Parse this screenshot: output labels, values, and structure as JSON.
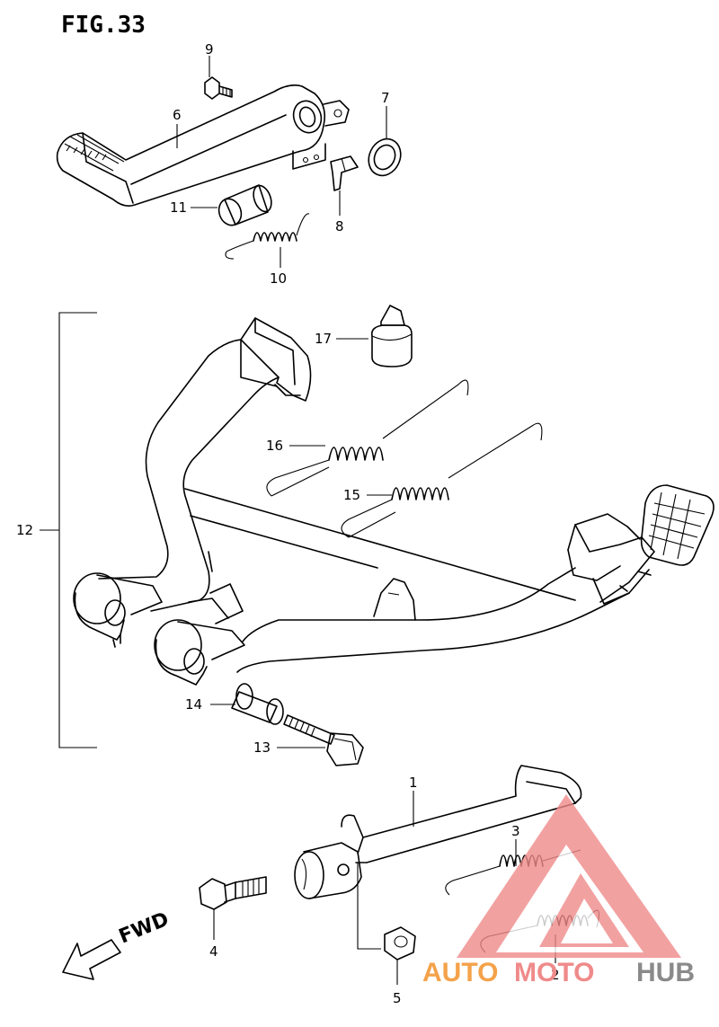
{
  "figure": {
    "title": "FIG.33"
  },
  "fwd_label": "FWD",
  "parts": {
    "p1": "1",
    "p2": "2",
    "p3": "3",
    "p4": "4",
    "p5": "5",
    "p6": "6",
    "p7": "7",
    "p8": "8",
    "p9": "9",
    "p10": "10",
    "p11": "11",
    "p12": "12",
    "p13": "13",
    "p14": "14",
    "p15": "15",
    "p16": "16",
    "p17": "17"
  },
  "watermark": {
    "part1": "AUTO",
    "part2": "MOTO",
    "part3": "HUB",
    "color1": "#f4a24a",
    "color2": "#f08a8a",
    "color3": "#8a8a8a"
  }
}
